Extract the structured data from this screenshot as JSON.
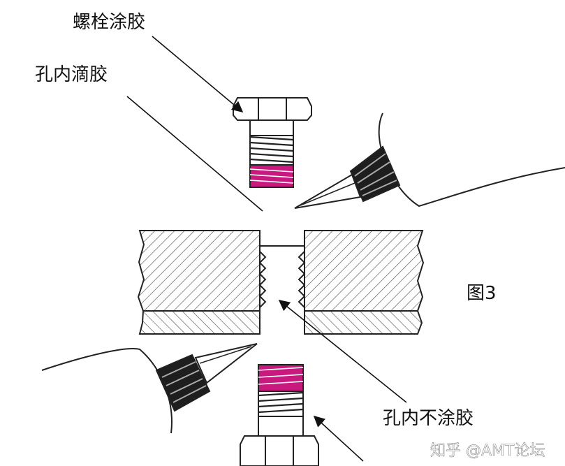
{
  "labels": {
    "bolt_coating": "螺栓涂胶",
    "hole_drop": "孔内滴胶",
    "figure_number": "图3",
    "hole_no_coating": "孔内不涂胶"
  },
  "watermark": "知乎 @AMT论坛",
  "colors": {
    "glue": "#c8197f",
    "line": "#222222",
    "hatch": "#555555",
    "background": "#ffffff"
  }
}
